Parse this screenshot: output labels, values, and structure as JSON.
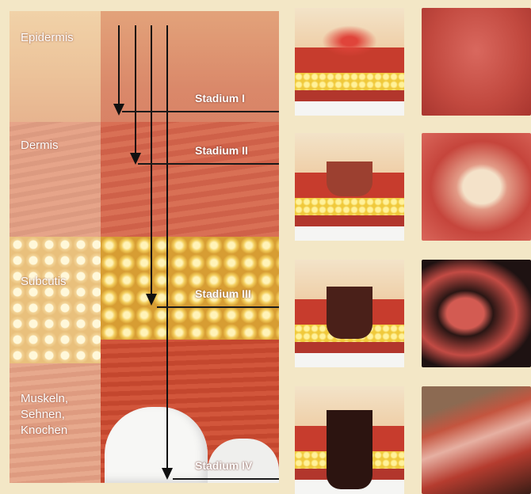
{
  "labels": {
    "epidermis": "Epidermis",
    "dermis": "Dermis",
    "subcutis": "Subcutis",
    "muscle_line1": "Muskeln,",
    "muscle_line2": "Sehnen,",
    "muscle_line3": "Knochen"
  },
  "stages": {
    "s1": "Stadium I",
    "s2": "Stadium II",
    "s3": "Stadium III",
    "s4": "Stadium IV"
  },
  "colors": {
    "background": "#f3e7c6",
    "wound_red": "#c73c2d",
    "fat_yellow": "#f0c93b"
  },
  "thumbnails": [
    {
      "illustration": "stage-1-illustration",
      "photo": "stage-1-photo"
    },
    {
      "illustration": "stage-2-illustration",
      "photo": "stage-2-photo"
    },
    {
      "illustration": "stage-3-illustration",
      "photo": "stage-3-photo"
    },
    {
      "illustration": "stage-4-illustration",
      "photo": "stage-4-photo"
    }
  ]
}
